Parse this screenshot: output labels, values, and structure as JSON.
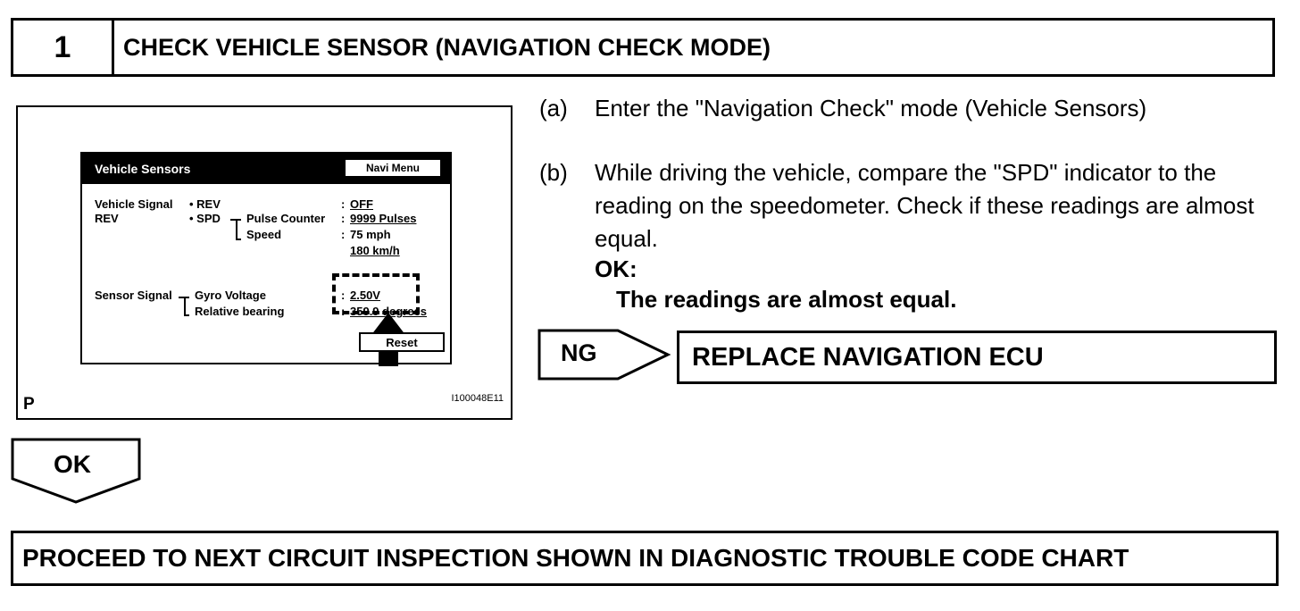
{
  "step": {
    "number": "1",
    "title": "CHECK VEHICLE SENSOR (NAVIGATION CHECK MODE)"
  },
  "figure": {
    "letter": "P",
    "id": "I100048E11",
    "screen": {
      "title": "Vehicle Sensors",
      "navi_menu_button": "Navi Menu",
      "vehicle_signal_label": "Vehicle Signal",
      "rev_label": "REV",
      "rev_item": "• REV",
      "spd_item": "• SPD",
      "pulse_counter_label": "Pulse Counter",
      "speed_label": "Speed",
      "rev_value": "OFF",
      "pulse_value": "9999 Pulses",
      "mph_value": "75 mph",
      "kmh_value": "180 km/h",
      "sensor_signal_label": "Sensor Signal",
      "gyro_voltage_label": "Gyro Voltage",
      "relative_bearing_label": "Relative bearing",
      "gyro_value": "2.50V",
      "bearing_value": "359.9 degrees",
      "colon": ":",
      "reset_button": "Reset"
    }
  },
  "instructions": [
    {
      "label": "(a)",
      "text": "Enter the \"Navigation Check\" mode (Vehicle Sensors)"
    },
    {
      "label": "(b)",
      "text": "While driving the vehicle, compare the \"SPD\" indicator to the reading on the speedometer. Check if these readings are almost equal."
    }
  ],
  "ok_criteria": {
    "label": "OK:",
    "text": "The readings are almost equal."
  },
  "ng_branch": {
    "label": "NG",
    "action": "REPLACE NAVIGATION ECU"
  },
  "ok_branch": {
    "label": "OK"
  },
  "next_step": "PROCEED TO NEXT CIRCUIT INSPECTION SHOWN IN DIAGNOSTIC TROUBLE CODE CHART"
}
